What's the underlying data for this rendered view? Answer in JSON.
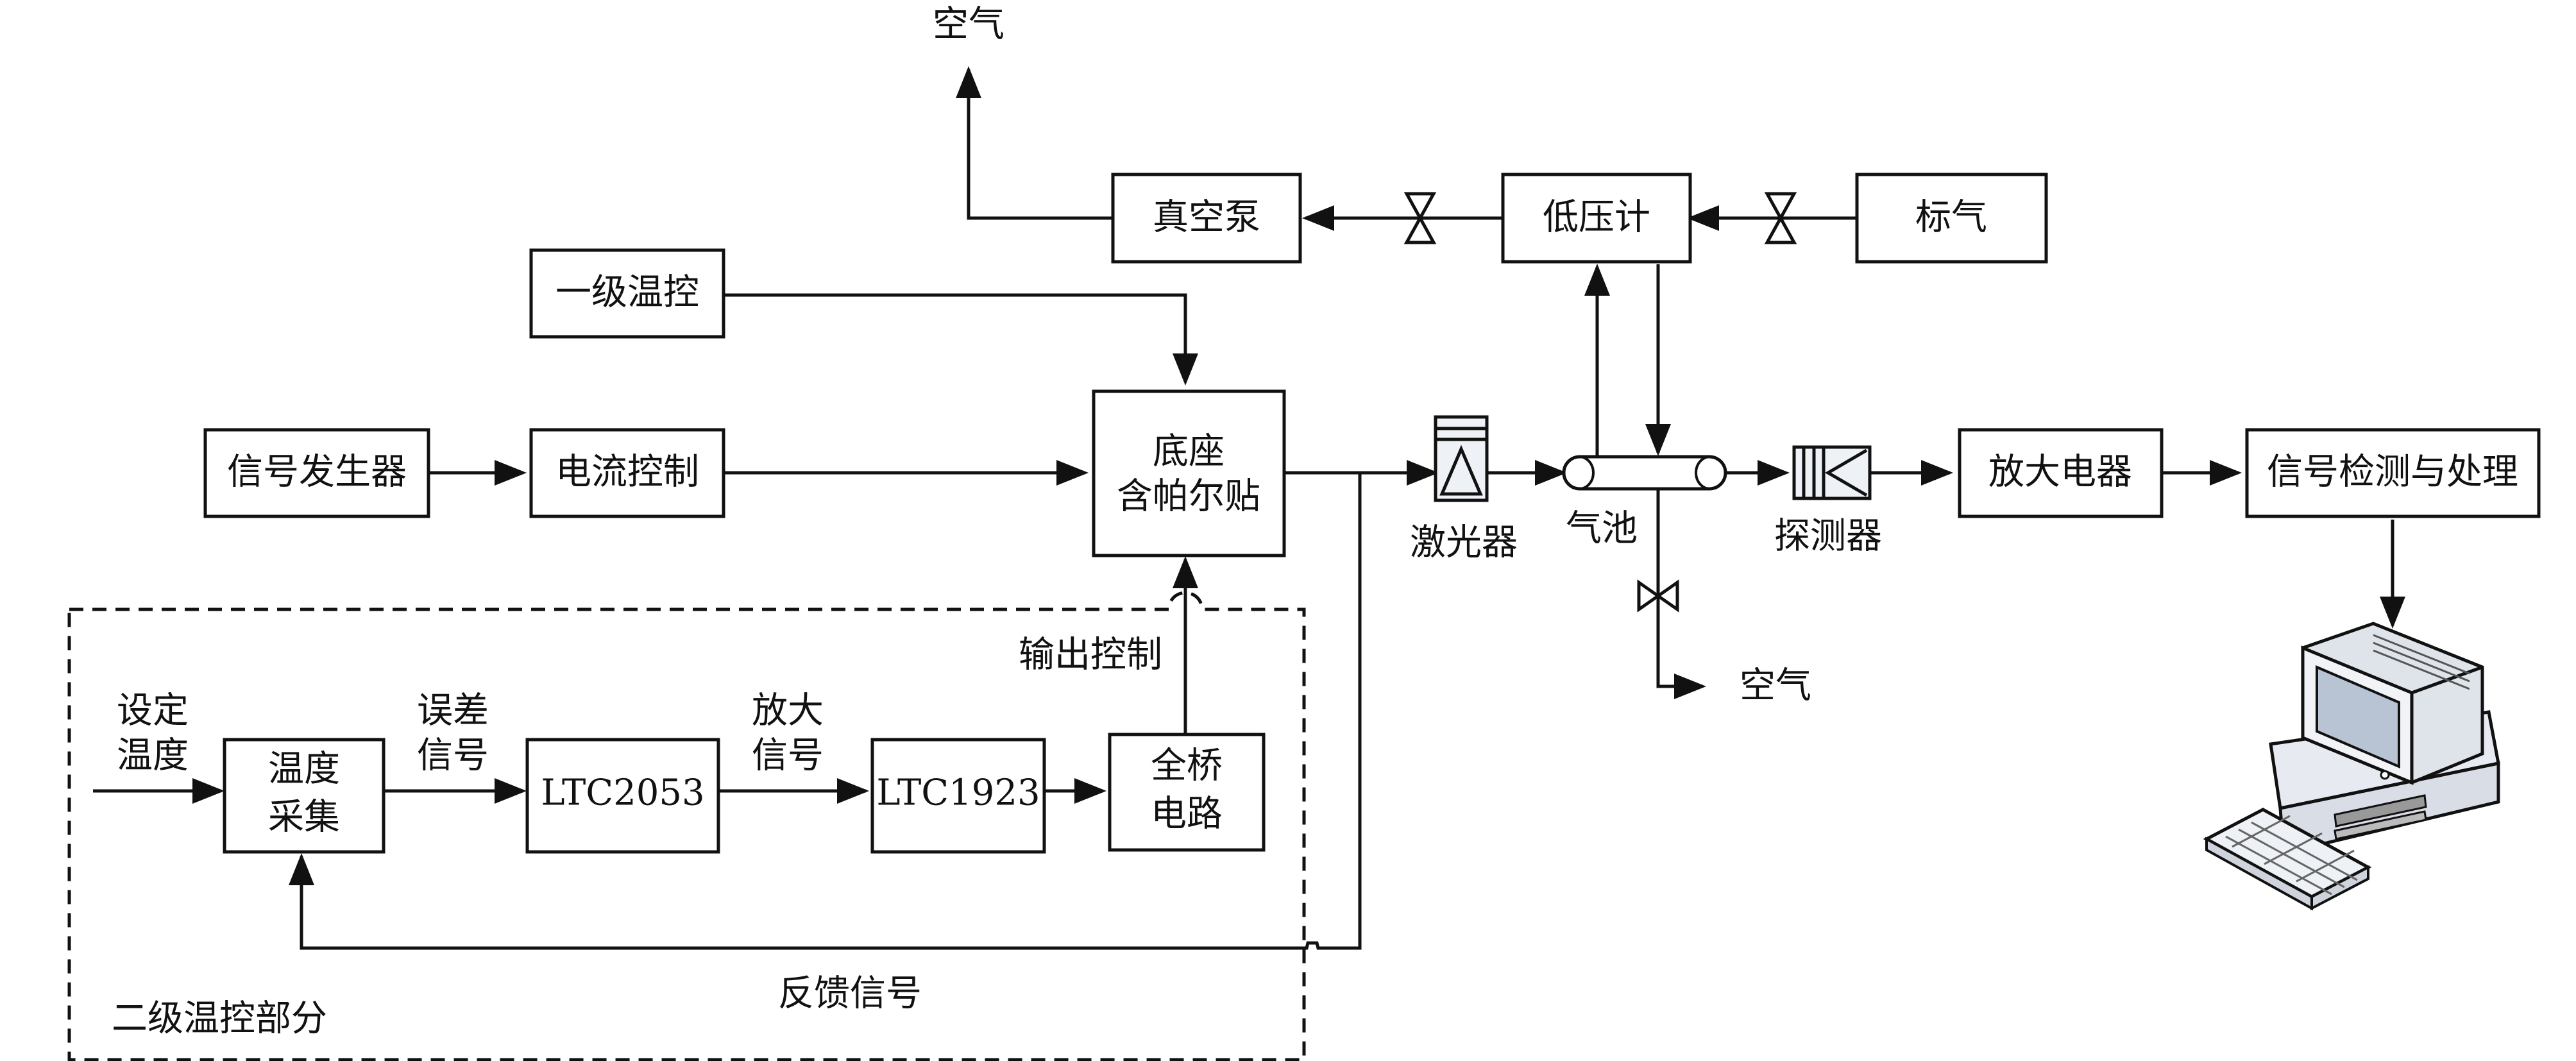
{
  "blocks": {
    "vacuum_pump": "真空泵",
    "pressure_gauge": "低压计",
    "standard_gas": "标气",
    "level1_temp_control": "一级温控",
    "signal_generator": "信号发生器",
    "current_control": "电流控制",
    "base_line1": "底座",
    "base_line2": "含帕尔贴",
    "amplifier": "放大电器",
    "signal_processing": "信号检测与处理",
    "temp_acq_line1": "温度",
    "temp_acq_line2": "采集",
    "ltc2053": "LTC2053",
    "ltc1923": "LTC1923",
    "full_bridge_line1": "全桥",
    "full_bridge_line2": "电路"
  },
  "labels": {
    "air_top": "空气",
    "air_bottom": "空气",
    "laser": "激光器",
    "gas_cell": "气池",
    "detector": "探测器",
    "output_control": "输出控制",
    "set_temp_line1": "设定",
    "set_temp_line2": "温度",
    "error_signal_line1": "误差",
    "error_signal_line2": "信号",
    "amplified_signal_line1": "放大",
    "amplified_signal_line2": "信号",
    "feedback_signal": "反馈信号",
    "level2_section": "二级温控部分"
  },
  "icons": [
    "valve-icon",
    "laser-icon",
    "gas-cell-icon",
    "detector-icon",
    "computer-icon"
  ]
}
